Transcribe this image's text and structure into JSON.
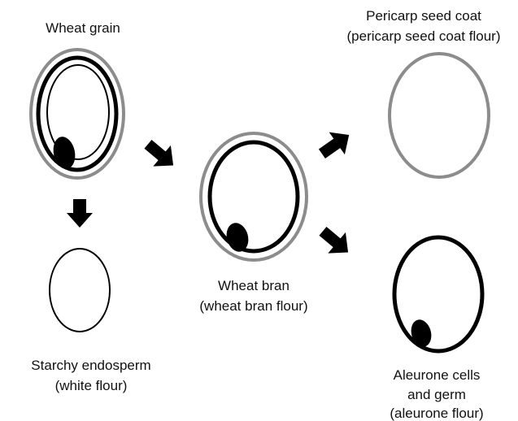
{
  "labels": {
    "wheat_grain": "Wheat grain",
    "pericarp_line1": "Pericarp seed coat",
    "pericarp_line2": "(pericarp seed coat flour)",
    "wheat_bran_line1": "Wheat bran",
    "wheat_bran_line2": "(wheat bran flour)",
    "starchy_line1": "Starchy endosperm",
    "starchy_line2": "(white flour)",
    "aleurone_line1": "Aleurone cells",
    "aleurone_line2": "and germ",
    "aleurone_line3": "(aleurone flour)"
  },
  "colors": {
    "pericarp_layer": "#8c8c8c",
    "aleurone_layer": "#000000",
    "endosperm_layer": "#000000",
    "germ": "#000000",
    "arrow": "#000000"
  }
}
